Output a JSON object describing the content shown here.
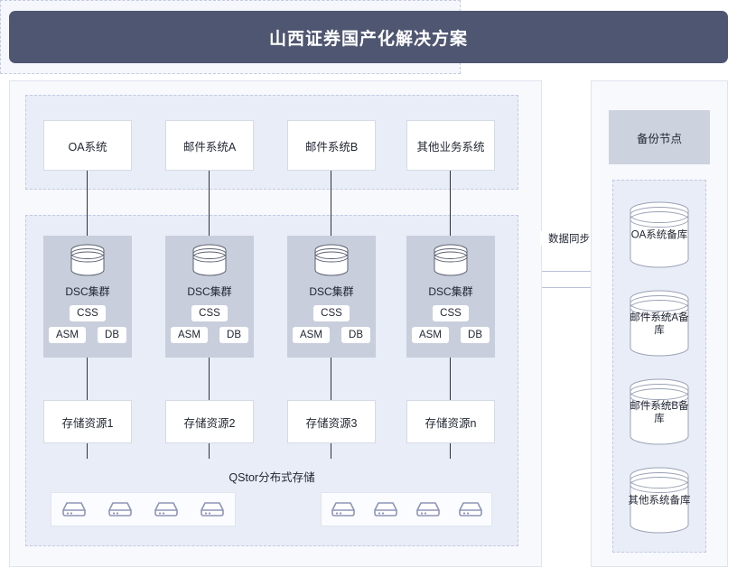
{
  "header": {
    "title": "山西证券国产化解决方案"
  },
  "main_panel": {
    "app_zone": {
      "boxes": [
        {
          "label": "OA系统"
        },
        {
          "label": "邮件系统A"
        },
        {
          "label": "邮件系统B"
        },
        {
          "label": "其他业务系统"
        }
      ]
    },
    "db_zone": {
      "clusters": [
        {
          "label": "DSC集群",
          "css": "CSS",
          "asm": "ASM",
          "db": "DB"
        },
        {
          "label": "DSC集群",
          "css": "CSS",
          "asm": "ASM",
          "db": "DB"
        },
        {
          "label": "DSC集群",
          "css": "CSS",
          "asm": "ASM",
          "db": "DB"
        },
        {
          "label": "DSC集群",
          "css": "CSS",
          "asm": "ASM",
          "db": "DB"
        }
      ],
      "storage_boxes": [
        {
          "label": "存储资源1"
        },
        {
          "label": "存储资源2"
        },
        {
          "label": "存储资源3"
        },
        {
          "label": "存储资源n"
        }
      ],
      "qstor": {
        "title": "QStor分布式存储",
        "group_1_nodes": 4,
        "group_2_nodes": 4
      }
    }
  },
  "sync": {
    "label": "数据同步"
  },
  "backup_panel": {
    "header": "备份节点",
    "databases": [
      {
        "label": "OA系统备库"
      },
      {
        "label": "邮件系统A备库"
      },
      {
        "label": "邮件系统B备库"
      },
      {
        "label": "其他系统备库"
      }
    ]
  },
  "colors": {
    "title_bar": "#4f5671",
    "panel_bg": "#f7f9fd",
    "zone_bg": "#e9edf8",
    "cluster_bg": "#c8cedc",
    "backup_header_bg": "#ccd2de",
    "icon_stroke": "#8d95b8",
    "line": "#2d3340"
  }
}
